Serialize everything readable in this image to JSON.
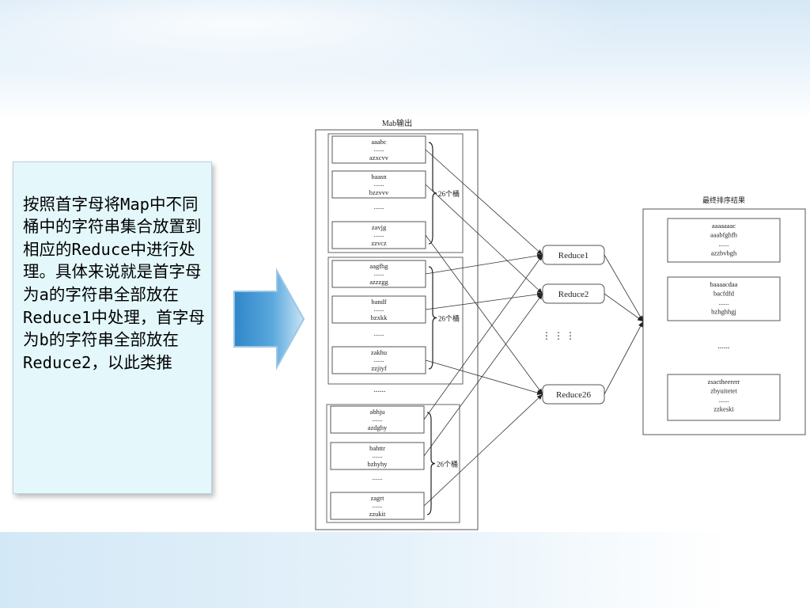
{
  "explanation": "按照首字母将Map中不同桶中的字符串集合放置到相应的Reduce中进行处理。具体来说就是首字母为a的字符串全部放在Reduce1中处理，首字母为b的字符串全部放在Reduce2，以此类推",
  "diagram": {
    "map_title": "Mab输出",
    "result_title": "最终排序结果",
    "dots": "......",
    "groups": [
      {
        "bucket_label": "26个桶",
        "boxes": [
          {
            "first": "aaabc",
            "last": "azxcvv"
          },
          {
            "first": "baasn",
            "last": "bzzvvv"
          },
          {
            "first": "zavjg",
            "last": "zzvcz"
          }
        ]
      },
      {
        "bucket_label": "26个桶",
        "boxes": [
          {
            "first": "aagfhg",
            "last": "azzzgg"
          },
          {
            "first": "bandf",
            "last": "bzxkk"
          },
          {
            "first": "zakhu",
            "last": "zzjiyf"
          }
        ]
      },
      {
        "bucket_label": "26个桶",
        "boxes": [
          {
            "first": "abhju",
            "last": "azdghy"
          },
          {
            "first": "bahttr",
            "last": "bzhyhy"
          },
          {
            "first": "zagrt",
            "last": "zzukit"
          }
        ]
      }
    ],
    "reducers": [
      "Reduce1",
      "Reduce2",
      "Reduce26"
    ],
    "results": [
      {
        "lines": [
          "aaaaaaac",
          "aaabfghfh",
          "......",
          "azzbvbgh"
        ]
      },
      {
        "lines": [
          "baaaacdaa",
          "bacfdfd",
          "......",
          "bzhghhgj"
        ]
      },
      {
        "lines": [
          "zsactheererr",
          "zbyuitetet",
          "......",
          "zzkeski"
        ]
      }
    ]
  }
}
